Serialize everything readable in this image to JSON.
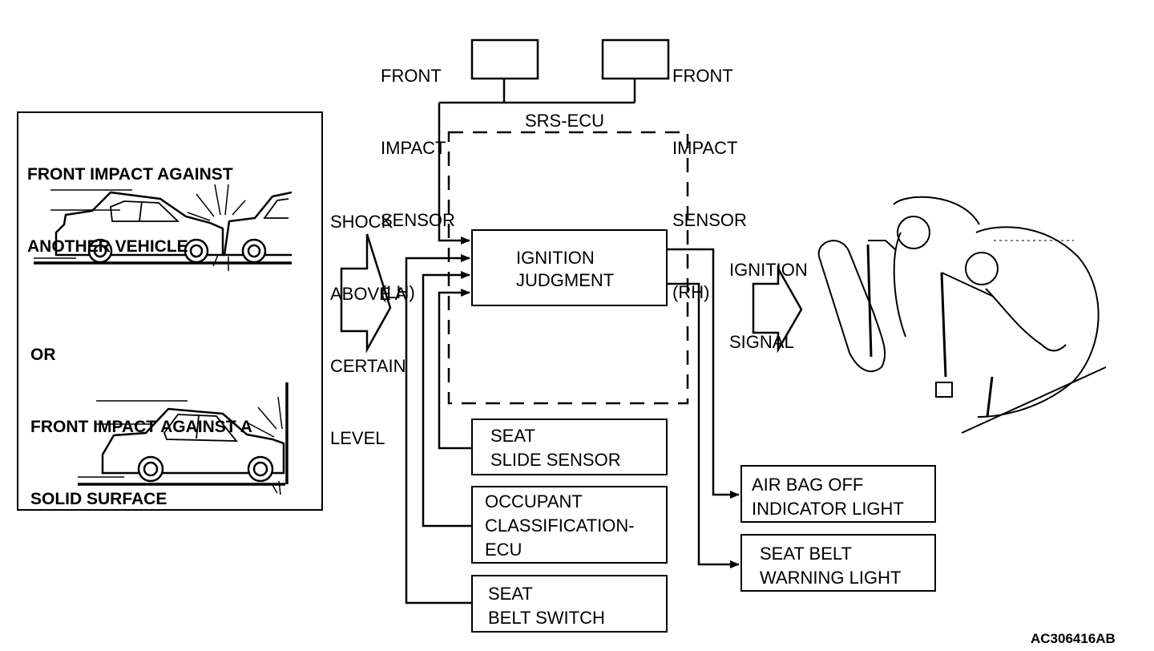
{
  "scenario_panel": {
    "heading1_line1": "FRONT IMPACT AGAINST",
    "heading1_line2": "ANOTHER VEHICLE",
    "or_label": "OR",
    "heading2_line1": "FRONT IMPACT AGAINST A",
    "heading2_line2": "SOLID SURFACE"
  },
  "shock_label": [
    "SHOCK",
    "ABOVE A",
    "CERTAIN",
    "LEVEL"
  ],
  "sensors": {
    "lh": [
      "FRONT",
      "IMPACT",
      "SENSOR",
      "(LH)"
    ],
    "rh": [
      "FRONT",
      "IMPACT",
      "SENSOR",
      "(RH)"
    ]
  },
  "ecu": {
    "label": "SRS-ECU",
    "judgment_line1": "IGNITION",
    "judgment_line2": "JUDGMENT"
  },
  "inputs": {
    "seat_slide": [
      "SEAT",
      "SLIDE SENSOR"
    ],
    "occupant": [
      "OCCUPANT",
      "CLASSIFICATION-",
      "ECU"
    ],
    "seat_belt_switch": [
      "SEAT",
      "BELT SWITCH"
    ]
  },
  "outputs": {
    "airbag_off": [
      "AIR BAG OFF",
      "INDICATOR LIGHT"
    ],
    "seatbelt_warning": [
      "SEAT BELT",
      "WARNING LIGHT"
    ]
  },
  "ignition_signal": [
    "IGNITION",
    "SIGNAL"
  ],
  "figure_code": "AC306416AB"
}
